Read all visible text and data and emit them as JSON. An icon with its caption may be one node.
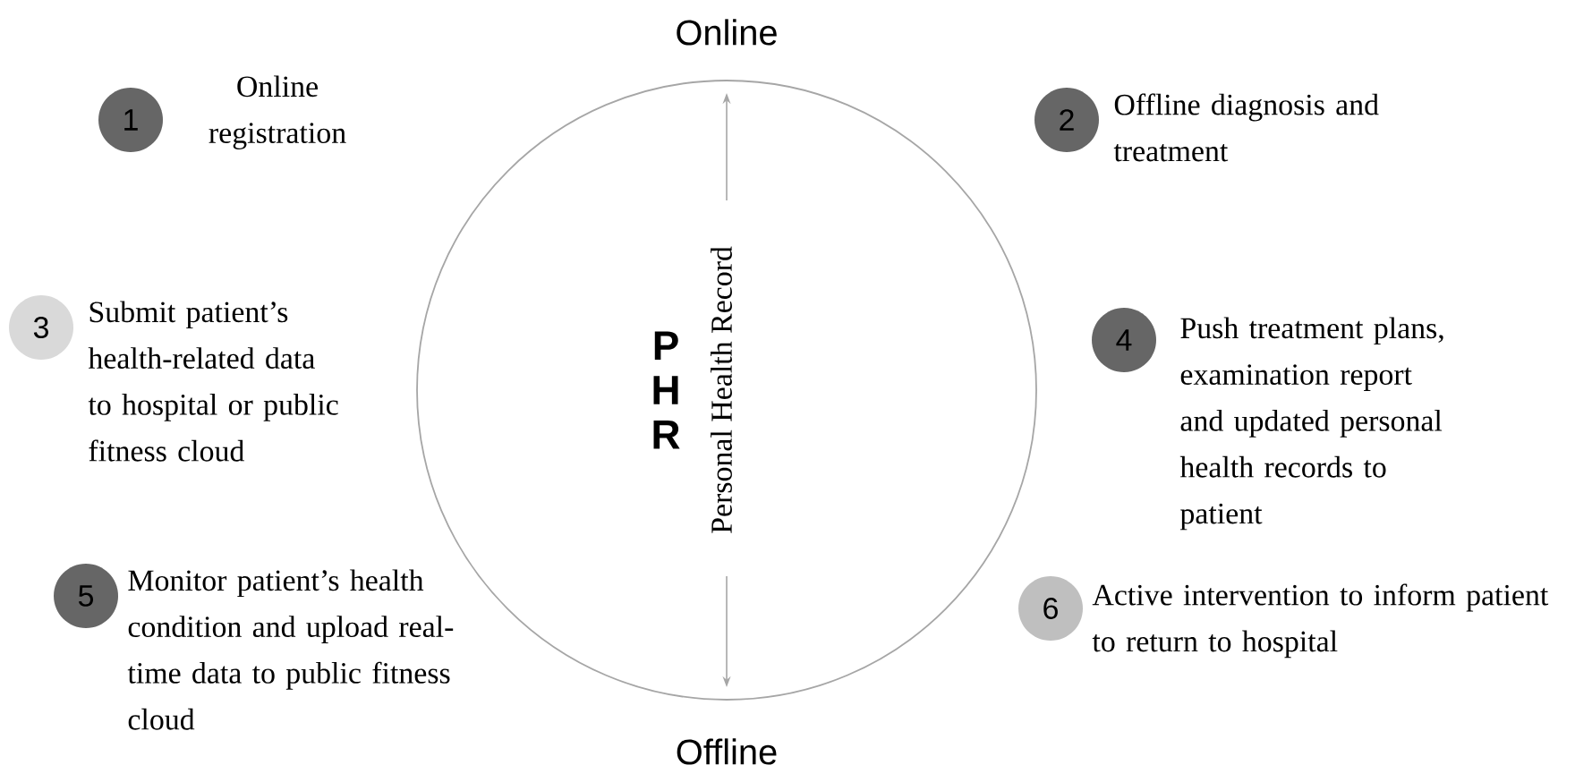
{
  "diagram": {
    "nodes": [
      {
        "text": [
          "P H R",
          "Personal Health Record"
        ]
      },
      {
        "text": [
          "1"
        ],
        "beside": [
          "Online registration"
        ]
      },
      {
        "text": [
          "2"
        ],
        "beside": [
          "Offline diagnosis and treatment"
        ]
      },
      {
        "text": [
          "3"
        ],
        "beside": [
          "Submit patient’s health-related data to hospital or public fitness cloud"
        ]
      },
      {
        "text": [
          "4"
        ],
        "beside": [
          "Push treatment plans, examination report and updated personal health records to patient"
        ]
      },
      {
        "text": [
          "5"
        ],
        "beside": [
          "Monitor patient’s health condition and upload real-time data to public fitness cloud"
        ]
      },
      {
        "text": [
          "6"
        ],
        "beside": [
          "Active intervention to inform patient to return to hospital"
        ]
      }
    ],
    "labels": [
      "Online",
      "Offline"
    ]
  }
}
